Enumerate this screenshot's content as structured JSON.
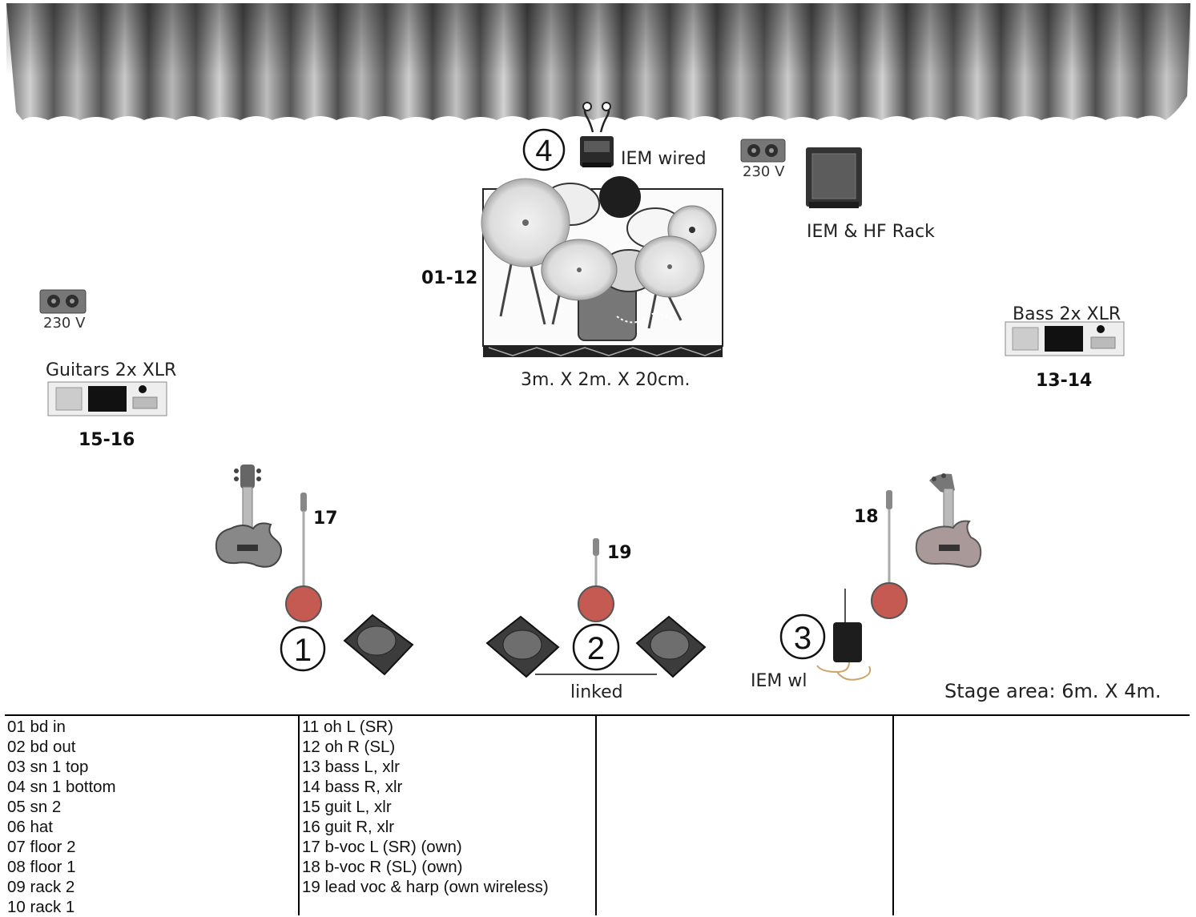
{
  "labels": {
    "iem_wired": "IEM wired",
    "power_top": "230 V",
    "power_left": "230 V",
    "iem_hf_rack": "IEM & HF Rack",
    "drums_channels": "01-12",
    "riser_size": "3m. X 2m. X 20cm.",
    "bass_di": "Bass 2x XLR",
    "bass_channels": "13-14",
    "guitars_di": "Guitars 2x XLR",
    "guitars_channels": "15-16",
    "mic_17": "17",
    "mic_18": "18",
    "mic_19": "19",
    "linked": "linked",
    "iem_wl": "IEM wl",
    "stage_area": "Stage area: 6m. X 4m."
  },
  "positions": {
    "p1": "1",
    "p2": "2",
    "p3": "3",
    "p4": "4"
  },
  "channel_list": {
    "col1": [
      "01 bd in",
      "02 bd out",
      "03 sn 1 top",
      "04 sn 1 bottom",
      "05 sn 2",
      "06 hat",
      "07 floor 2",
      "08 floor 1",
      "09 rack 2",
      "10 rack 1"
    ],
    "col2": [
      "11 oh L (SR)",
      "12 oh R (SL)",
      "13 bass L, xlr",
      "14 bass R, xlr",
      "15 guit L, xlr",
      "16 guit R, xlr",
      "17 b-voc L (SR) (own)",
      "18 b-voc R (SL) (own)",
      "19 lead voc & harp (own wireless)"
    ],
    "col3": [],
    "col4": []
  },
  "icons": [
    "stage-curtain",
    "drum-kit",
    "riser",
    "in-ear-monitor",
    "power-outlet",
    "rack-cabinet",
    "di-box",
    "electric-guitar",
    "bass-guitar",
    "mic-stand",
    "floor-wedge",
    "bodypack-receiver"
  ],
  "colors": {
    "curtain": "#5a5a5a",
    "mic_base": "#c45a52",
    "wedge": "#3c3c3c"
  }
}
